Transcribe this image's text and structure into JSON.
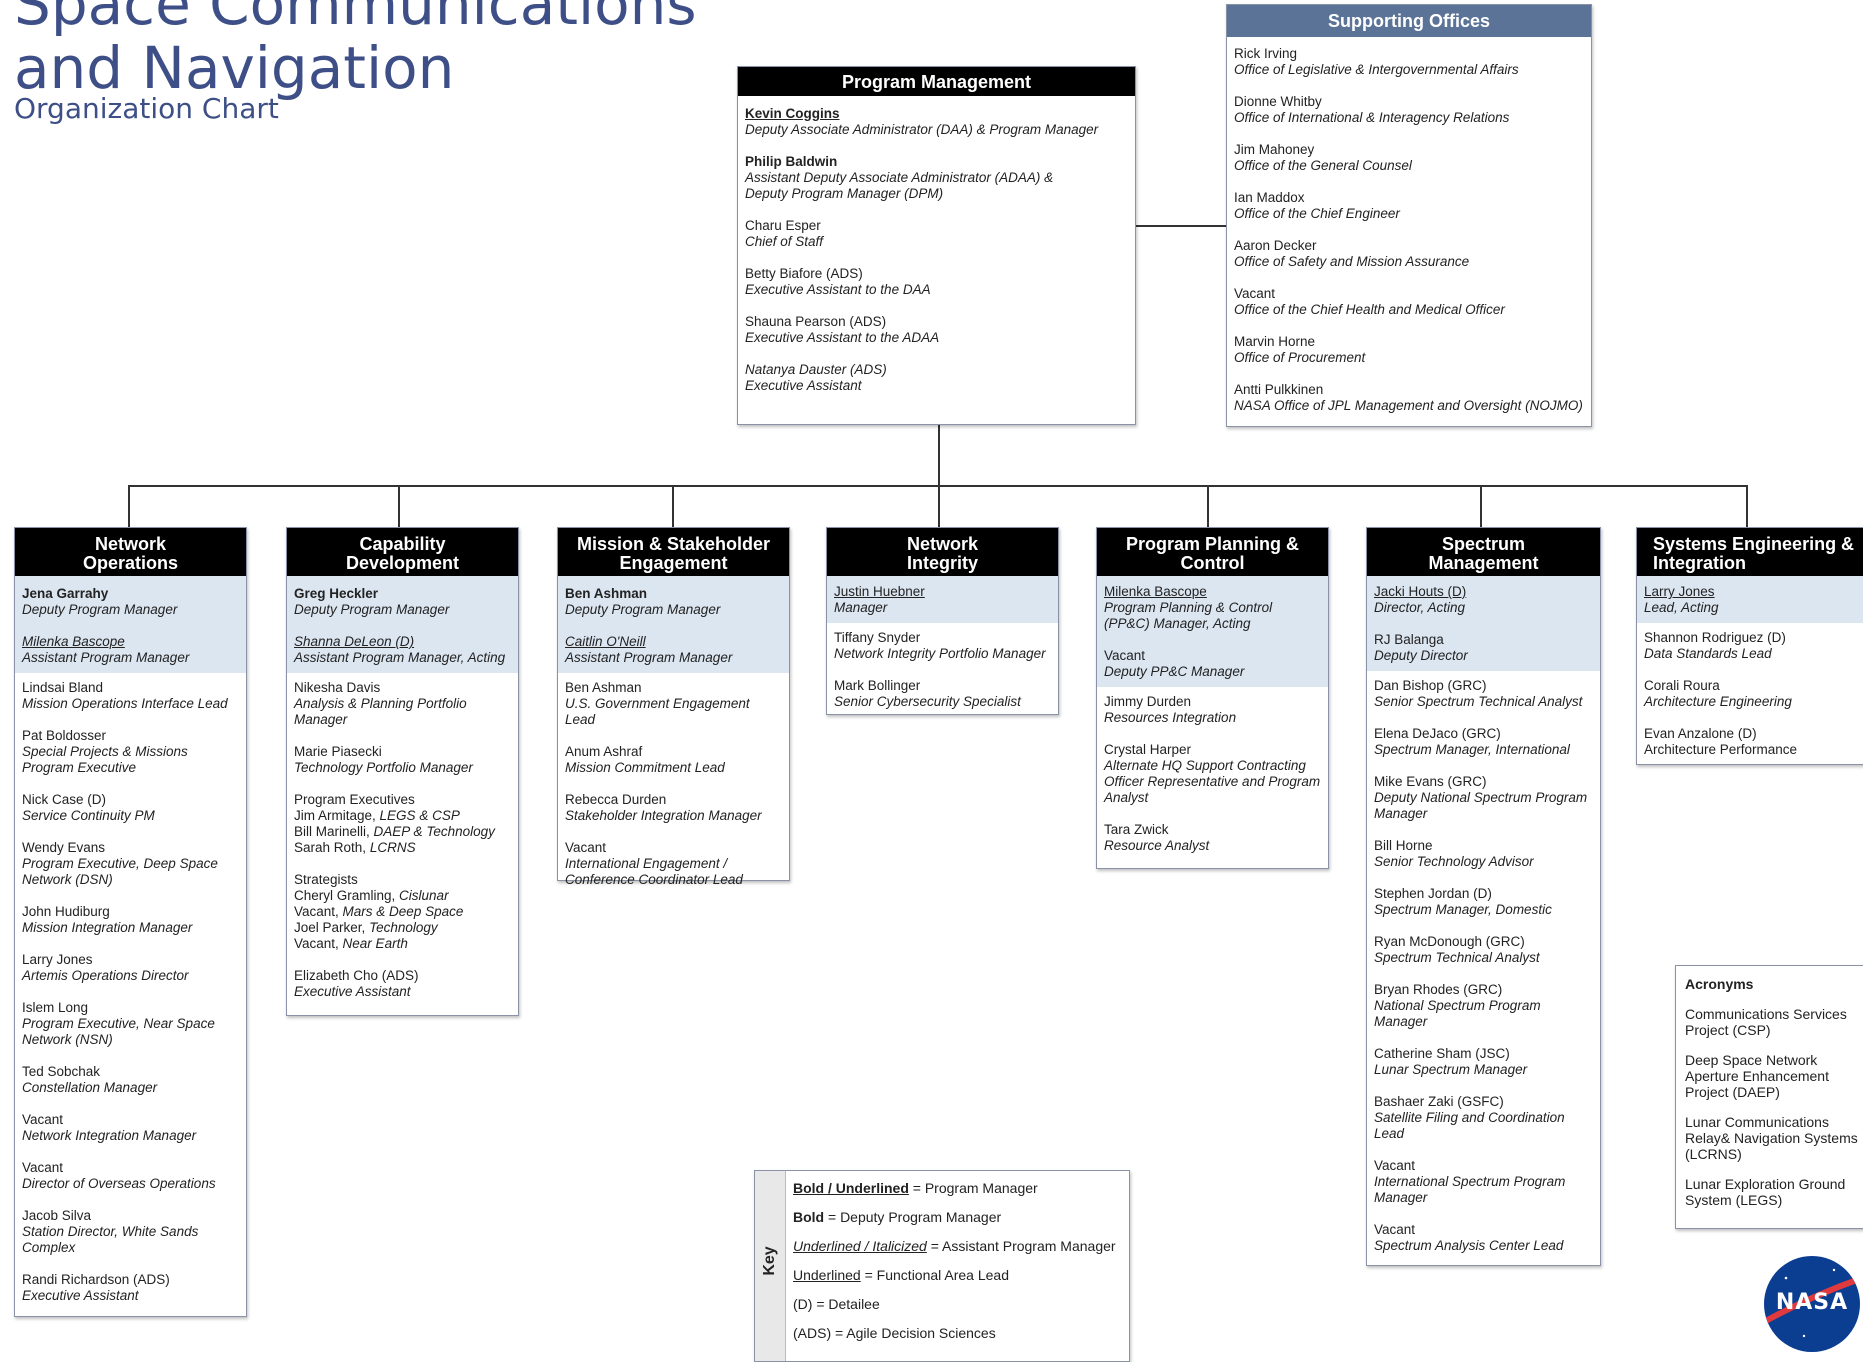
{
  "header": {
    "title_line1": "Space Communications",
    "title_line2": "and Navigation",
    "subtitle": "Organization Chart"
  },
  "program_management": {
    "title": "Program Management",
    "entries": [
      {
        "name": "Kevin Coggins",
        "role": "Deputy Associate Administrator (DAA) & Program Manager"
      },
      {
        "name": "Philip Baldwin",
        "role": "Assistant Deputy Associate Administrator (ADAA) & Deputy Program Manager (DPM)"
      },
      {
        "name": "Charu Esper",
        "role": "Chief of Staff"
      },
      {
        "name": "Betty Biafore (ADS)",
        "role": "Executive Assistant to the DAA"
      },
      {
        "name": "Shauna Pearson (ADS)",
        "role": "Executive Assistant to the ADAA"
      },
      {
        "name": "Natanya Dauster (ADS)",
        "role": "Executive Assistant"
      }
    ]
  },
  "supporting_offices": {
    "title": "Supporting Offices",
    "entries": [
      {
        "name": "Rick Irving",
        "role": "Office of Legislative & Intergovernmental Affairs"
      },
      {
        "name": "Dionne Whitby",
        "role": "Office of International & Interagency Relations"
      },
      {
        "name": "Jim Mahoney",
        "role": "Office of the General Counsel"
      },
      {
        "name": "Ian Maddox",
        "role": "Office of the Chief Engineer"
      },
      {
        "name": "Aaron Decker",
        "role": "Office of Safety and Mission Assurance"
      },
      {
        "name": "Vacant",
        "role": "Office of the Chief Health and Medical Officer"
      },
      {
        "name": "Marvin Horne",
        "role": "Office of Procurement"
      },
      {
        "name": "Antti Pulkkinen",
        "role": "NASA Office of JPL Management and Oversight (NOJMO)"
      }
    ]
  },
  "divisions": [
    {
      "title": "Network Operations",
      "leads": [
        {
          "name": "Jena Garrahy",
          "role": "Deputy Program Manager"
        },
        {
          "name": "Milenka Bascope",
          "role": "Assistant Program Manager"
        }
      ],
      "entries": [
        {
          "name": "Lindsai Bland",
          "role": "Mission Operations Interface Lead"
        },
        {
          "name": "Pat Boldosser",
          "role": "Special Projects & Missions Program Executive"
        },
        {
          "name": "Nick Case (D)",
          "role": "Service Continuity PM"
        },
        {
          "name": "Wendy Evans",
          "role": "Program Executive, Deep Space Network (DSN)"
        },
        {
          "name": "John Hudiburg",
          "role": "Mission Integration Manager"
        },
        {
          "name": "Larry Jones",
          "role": "Artemis Operations Director"
        },
        {
          "name": "Islem Long",
          "role": "Program Executive, Near Space Network (NSN)"
        },
        {
          "name": "Ted Sobchak",
          "role": "Constellation Manager"
        },
        {
          "name": "Vacant",
          "role": "Network Integration Manager"
        },
        {
          "name": "Vacant",
          "role": "Director of Overseas Operations"
        },
        {
          "name": "Jacob Silva",
          "role": "Station Director, White Sands Complex"
        },
        {
          "name": "Randi Richardson (ADS)",
          "role": "Executive Assistant"
        }
      ]
    },
    {
      "title": "Capability Development",
      "leads": [
        {
          "name": "Greg Heckler",
          "role": "Deputy Program Manager"
        },
        {
          "name": "Shanna DeLeon (D)",
          "role": "Assistant Program Manager, Acting"
        }
      ],
      "entries": [
        {
          "name": "Nikesha Davis",
          "role": "Analysis & Planning Portfolio Manager"
        },
        {
          "name": "Marie Piasecki",
          "role": "Technology Portfolio Manager"
        }
      ],
      "program_executives": {
        "label": "Program Executives",
        "items": [
          {
            "name": "Jim Armitage,",
            "area": "LEGS & CSP"
          },
          {
            "name": "Bill Marinelli,",
            "area": "DAEP & Technology"
          },
          {
            "name": "Sarah Roth,",
            "area": "LCRNS"
          }
        ]
      },
      "strategists": {
        "label": "Strategists",
        "items": [
          {
            "name": "Cheryl Gramling,",
            "area": "Cislunar"
          },
          {
            "name": "Vacant,",
            "area": "Mars & Deep Space"
          },
          {
            "name": "Joel Parker,",
            "area": "Technology"
          },
          {
            "name": "Vacant,",
            "area": "Near Earth"
          }
        ]
      },
      "last_entry": {
        "name": "Elizabeth Cho (ADS)",
        "role": "Executive Assistant"
      }
    },
    {
      "title": "Mission & Stakeholder Engagement",
      "leads": [
        {
          "name": "Ben Ashman",
          "role": "Deputy Program Manager"
        },
        {
          "name": "Caitlin O'Neill",
          "role": "Assistant Program Manager"
        }
      ],
      "entries": [
        {
          "name": "Ben Ashman",
          "role": "U.S. Government Engagement Lead"
        },
        {
          "name": "Anum Ashraf",
          "role": "Mission Commitment Lead"
        },
        {
          "name": "Rebecca Durden",
          "role": "Stakeholder Integration Manager"
        },
        {
          "name": "Vacant",
          "role": "International Engagement / Conference Coordinator Lead"
        }
      ]
    },
    {
      "title": "Network Integrity",
      "leads": [
        {
          "name": "Justin Huebner",
          "role": "Manager"
        }
      ],
      "entries": [
        {
          "name": "Tiffany Snyder",
          "role": "Network Integrity Portfolio Manager"
        },
        {
          "name": "Mark Bollinger",
          "role": "Senior Cybersecurity Specialist"
        }
      ]
    },
    {
      "title": "Program Planning & Control",
      "leads": [
        {
          "name": "Milenka Bascope",
          "role": "Program Planning & Control (PP&C) Manager, Acting"
        },
        {
          "name": "Vacant",
          "role": "Deputy PP&C Manager"
        }
      ],
      "entries": [
        {
          "name": "Jimmy Durden",
          "role": "Resources Integration"
        },
        {
          "name": "Crystal Harper",
          "role": "Alternate HQ Support Contracting Officer Representative and Program Analyst"
        },
        {
          "name": "Tara Zwick",
          "role": "Resource Analyst"
        }
      ]
    },
    {
      "title": "Spectrum Management",
      "leads": [
        {
          "name": "Jacki Houts (D)",
          "role": "Director, Acting"
        },
        {
          "name": "RJ Balanga",
          "role": "Deputy Director"
        }
      ],
      "entries": [
        {
          "name": "Dan Bishop (GRC)",
          "role": "Senior Spectrum Technical Analyst"
        },
        {
          "name": "Elena DeJaco (GRC)",
          "role": "Spectrum Manager, International"
        },
        {
          "name": "Mike Evans (GRC)",
          "role": "Deputy National Spectrum Program Manager"
        },
        {
          "name": "Bill Horne",
          "role": "Senior Technology Advisor"
        },
        {
          "name": "Stephen Jordan (D)",
          "role": "Spectrum Manager, Domestic"
        },
        {
          "name": "Ryan McDonough (GRC)",
          "role": "Spectrum Technical Analyst"
        },
        {
          "name": "Bryan Rhodes (GRC)",
          "role": "National Spectrum Program Manager"
        },
        {
          "name": "Catherine Sham (JSC)",
          "role": "Lunar Spectrum Manager"
        },
        {
          "name": "Bashaer Zaki (GSFC)",
          "role": "Satellite Filing and Coordination Lead"
        },
        {
          "name": "Vacant",
          "role": "International Spectrum Program Manager"
        },
        {
          "name": "Vacant",
          "role": "Spectrum Analysis Center Lead"
        }
      ]
    },
    {
      "title": "Systems Engineering & Integration",
      "leads": [
        {
          "name": "Larry Jones",
          "role": "Lead, Acting"
        }
      ],
      "entries": [
        {
          "name": "Shannon Rodriguez (D)",
          "role": "Data Standards Lead"
        },
        {
          "name": "Corali Roura",
          "role": "Architecture Engineering"
        },
        {
          "name": "Evan Anzalone (D)",
          "role": "Architecture Performance"
        }
      ]
    }
  ],
  "key": {
    "label": "Key",
    "items": [
      {
        "sample": "Bold / Underlined",
        "desc": "= Program Manager"
      },
      {
        "sample": "Bold",
        "desc": "= Deputy Program Manager"
      },
      {
        "sample": "Underlined / Italicized",
        "desc": "= Assistant Program Manager"
      },
      {
        "sample": "Underlined",
        "desc": "= Functional Area Lead"
      },
      {
        "sample": "(D)",
        "desc": "= Detailee"
      },
      {
        "sample": "(ADS)",
        "desc": "= Agile Decision Sciences"
      }
    ]
  },
  "acronyms": {
    "title": "Acronyms",
    "items": [
      "Communications Services Project (CSP)",
      "Deep Space Network Aperture Enhancement Project (DAEP)",
      "Lunar Communications Relay& Navigation Systems (LCRNS)",
      "Lunar Exploration Ground System (LEGS)"
    ]
  },
  "logo": {
    "text": "NASA"
  }
}
